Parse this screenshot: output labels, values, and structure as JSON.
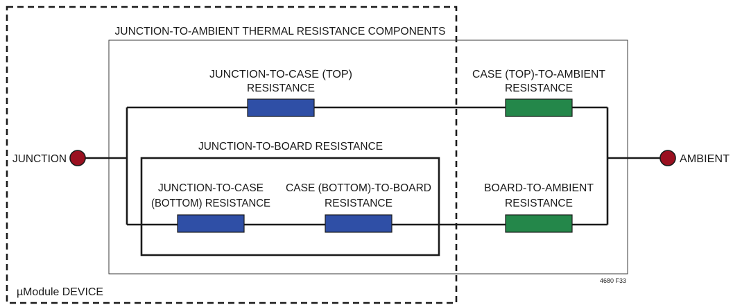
{
  "labels": {
    "components_title": "JUNCTION-TO-AMBIENT THERMAL RESISTANCE COMPONENTS",
    "jc_top_line1": "JUNCTION-TO-CASE (TOP)",
    "jc_top_line2": "RESISTANCE",
    "ca_top_line1": "CASE (TOP)-TO-AMBIENT",
    "ca_top_line2": "RESISTANCE",
    "jb_title": "JUNCTION-TO-BOARD RESISTANCE",
    "jc_bottom_line1": "JUNCTION-TO-CASE",
    "jc_bottom_line2": "(BOTTOM) RESISTANCE",
    "cb_line1": "CASE (BOTTOM)-TO-BOARD",
    "cb_line2": "RESISTANCE",
    "ba_line1": "BOARD-TO-AMBIENT",
    "ba_line2": "RESISTANCE",
    "junction": "JUNCTION",
    "ambient": "AMBIENT",
    "device": "µModule DEVICE",
    "figure_id": "4680 F33"
  },
  "colors": {
    "device_side_resistor": "#2f4fa6",
    "ambient_side_resistor": "#24874a",
    "node": "#9a1020"
  }
}
